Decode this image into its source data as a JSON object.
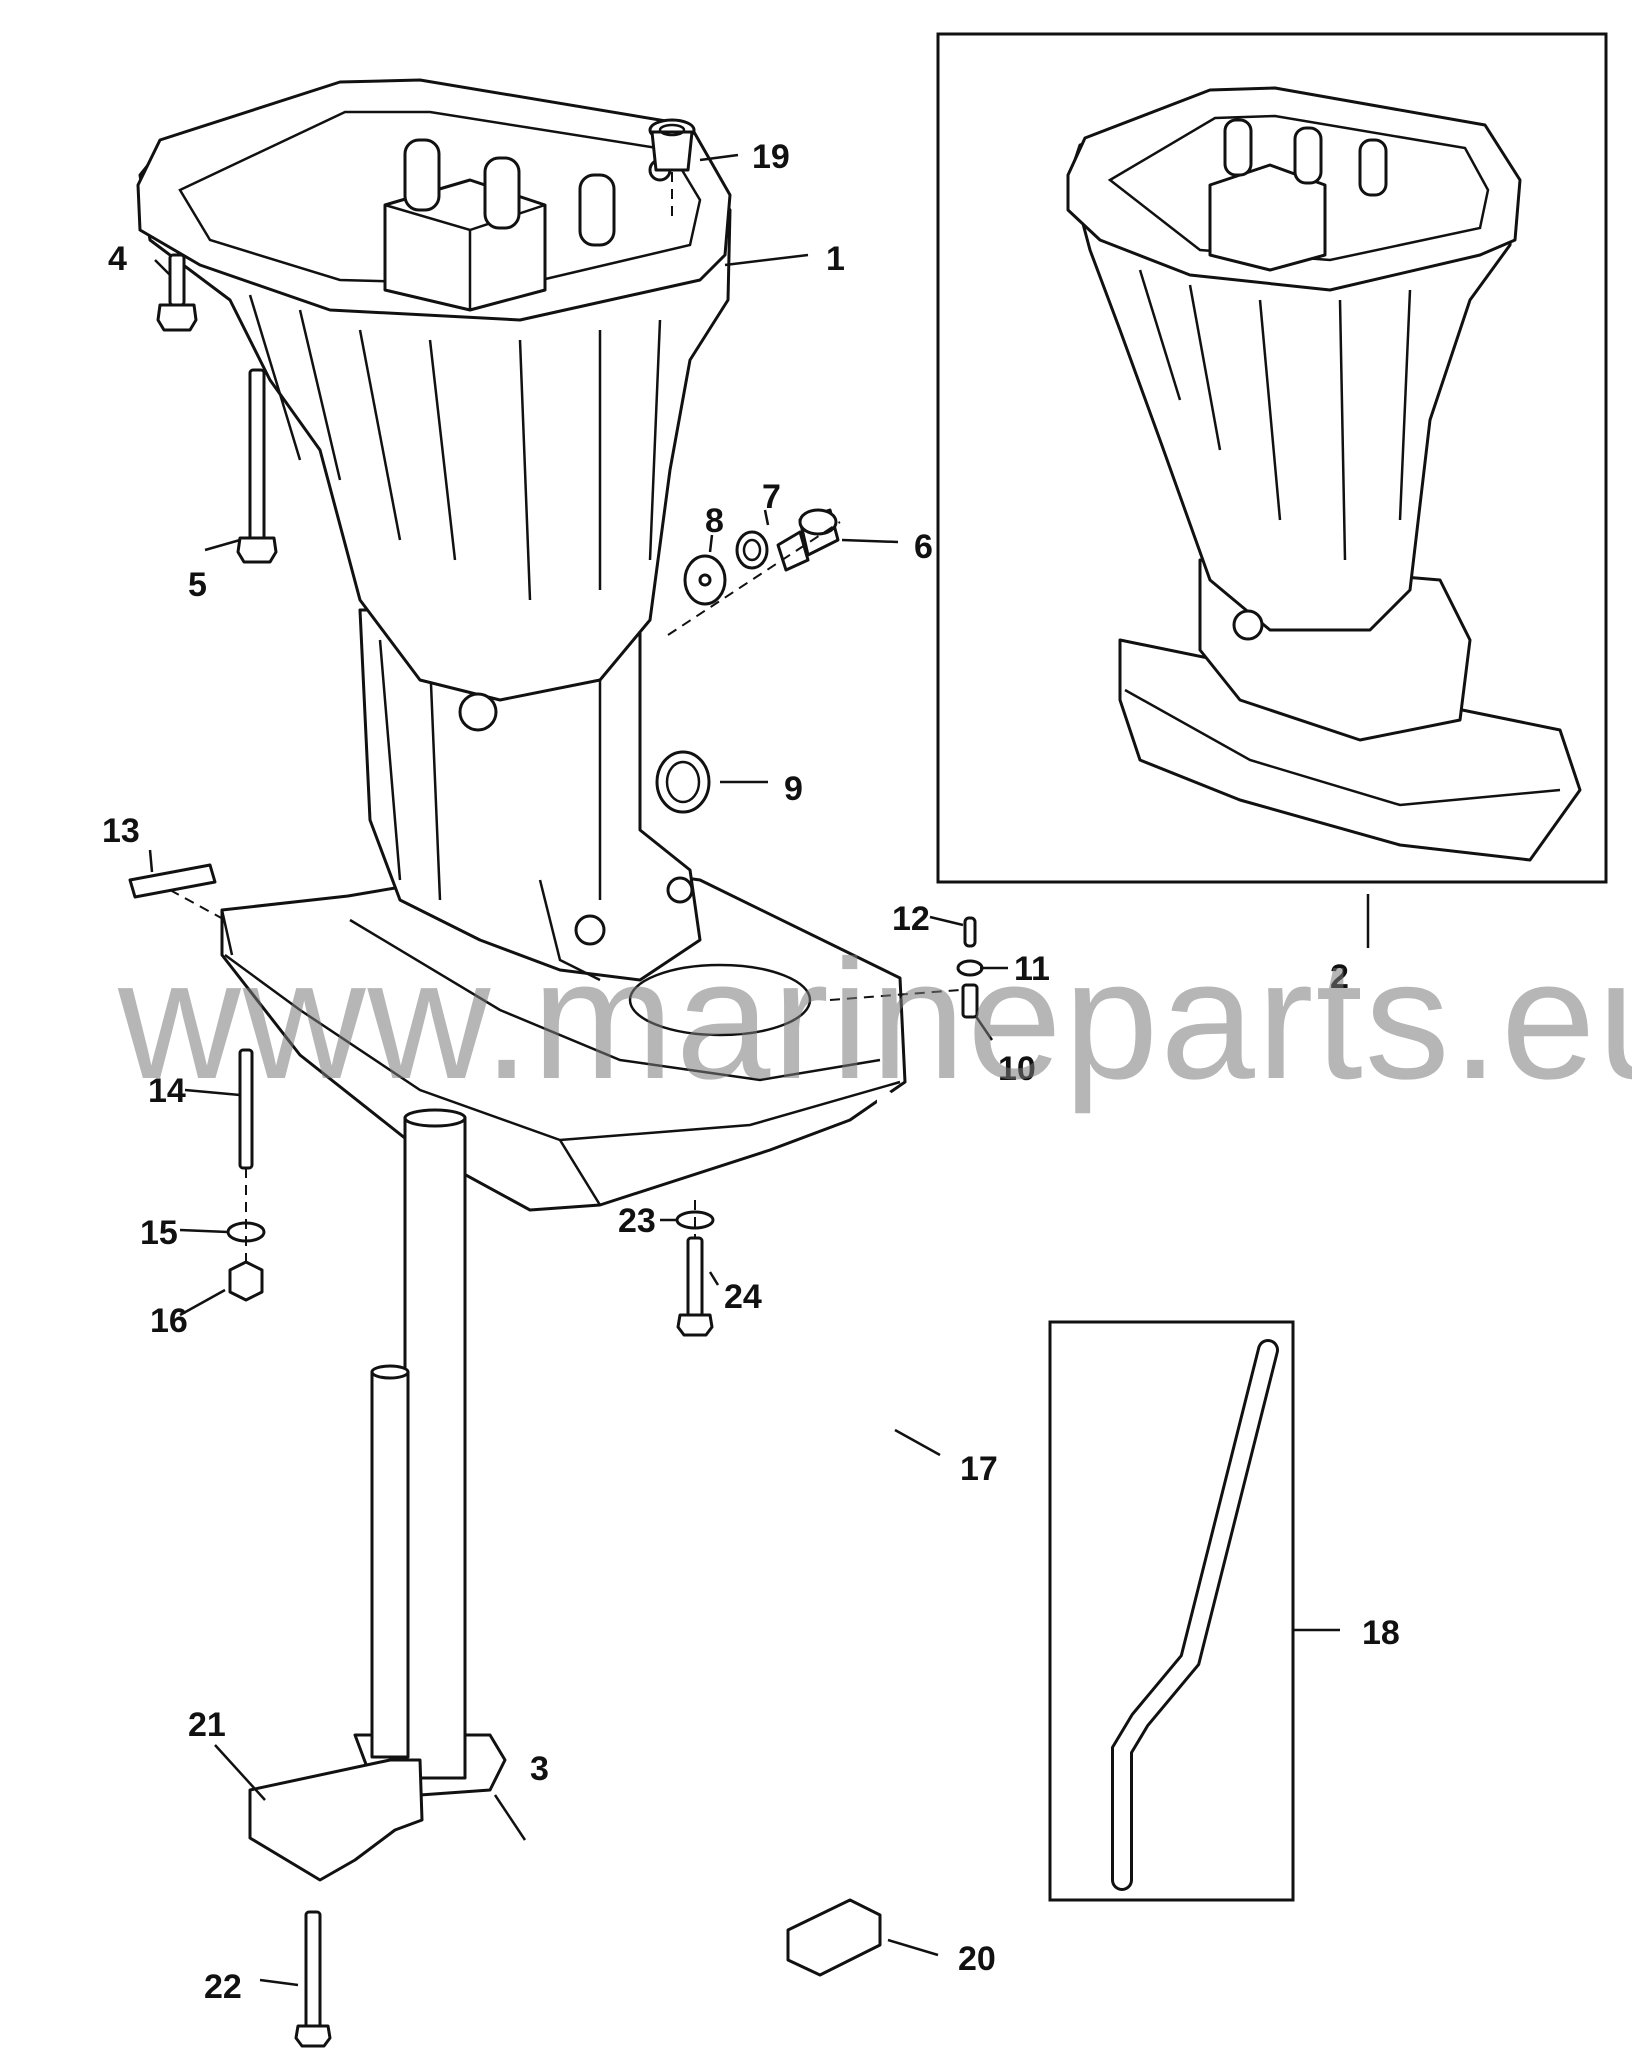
{
  "watermark": "www.marineparts.eu",
  "callouts": [
    "1",
    "2",
    "3",
    "4",
    "5",
    "6",
    "7",
    "8",
    "9",
    "10",
    "11",
    "12",
    "13",
    "14",
    "15",
    "16",
    "17",
    "18",
    "19",
    "20",
    "21",
    "22",
    "23",
    "24"
  ]
}
